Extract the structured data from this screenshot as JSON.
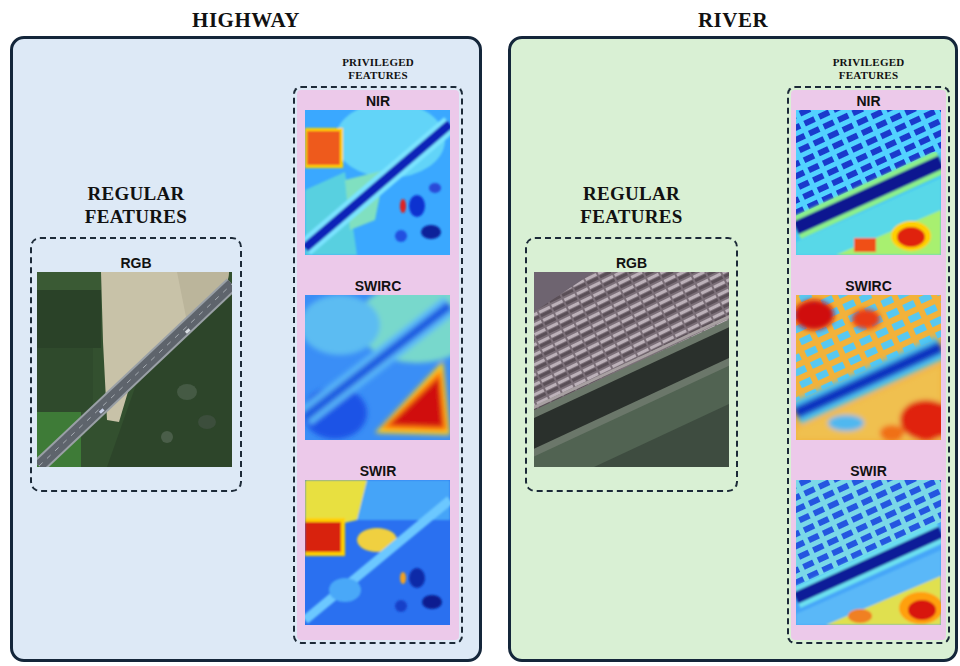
{
  "diagram": {
    "nodes": [
      {
        "text": [
          "HIGHWAY"
        ]
      },
      {
        "text": [
          "REGULAR FEATURES",
          "RGB"
        ],
        "in": 0
      },
      {
        "text": [
          "PRIVILEGED FEATURES",
          "NIR",
          "SWIRC",
          "SWIR"
        ],
        "in": 0
      },
      {
        "text": [
          "RIVER"
        ]
      },
      {
        "text": [
          "REGULAR FEATURES",
          "RGB"
        ],
        "in": 3
      },
      {
        "text": [
          "PRIVILEGED FEATURES",
          "NIR",
          "SWIRC",
          "SWIR"
        ],
        "in": 3
      }
    ]
  }
}
